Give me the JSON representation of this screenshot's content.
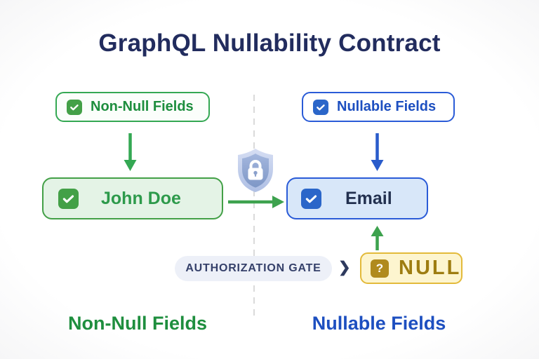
{
  "title": "GraphQL Nullability Contract",
  "colors": {
    "title_navy": "#222c5e",
    "green_text": "#1e8e3e",
    "green_border": "#34a853",
    "green_fill": "#e4f3e6",
    "green_check_bg": "#43a047",
    "blue_text": "#1d4fc0",
    "blue_border": "#2a5bd7",
    "blue_fill": "#d8e7f9",
    "blue_check_bg": "#2b66c9",
    "email_text": "#22304f",
    "gate_bg": "#edf0f8",
    "gate_text": "#35406a",
    "yellow_border": "#e3ba3a",
    "yellow_fill": "#fdf5cf",
    "gold_text": "#9e7d11",
    "gold_icon_bg": "#b08a1d",
    "shield_outer": "#c6d3ee",
    "shield_inner": "#8ba3d2",
    "dashed_line": "#dadada"
  },
  "left_column": {
    "header_box": {
      "label": "Non-Null Fields"
    },
    "field_box": {
      "label": "John Doe"
    },
    "footer_label": "Non-Null Fields"
  },
  "right_column": {
    "header_box": {
      "label": "Nullable Fields"
    },
    "field_box": {
      "label": "Email"
    },
    "null_box": {
      "label": "NULL",
      "icon_glyph": "?"
    },
    "footer_label": "Nullable Fields"
  },
  "gate": {
    "label": "AUTHORIZATION GATE",
    "chevron": "❯"
  }
}
